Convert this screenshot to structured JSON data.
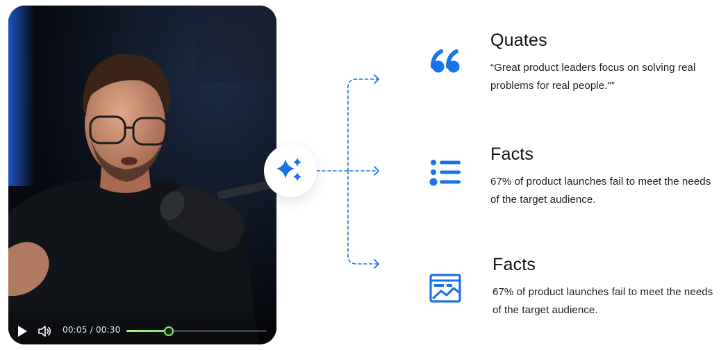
{
  "video": {
    "current_time": "00:05",
    "duration": "00:30",
    "time_display": "00:05 / 00:30",
    "progress": 0.3,
    "play_icon": "play-icon",
    "volume_icon": "volume-icon"
  },
  "hub": {
    "icon": "sparkle-icon"
  },
  "insights": [
    {
      "icon": "quote-icon",
      "title": "Quates",
      "text": "“Great product leaders focus on solving real problems for real people.\"”"
    },
    {
      "icon": "list-icon",
      "title": "Facts",
      "text": "67% of product launches fail to meet the needs of the target audience."
    },
    {
      "icon": "chart-window-icon",
      "title": "Facts",
      "text": "67% of product launches fail to meet the needs of the target audience."
    }
  ],
  "colors": {
    "accent": "#1a73e8",
    "text": "#0d0f14",
    "progress": "#8fea6a",
    "card_background": "#0b1018"
  }
}
